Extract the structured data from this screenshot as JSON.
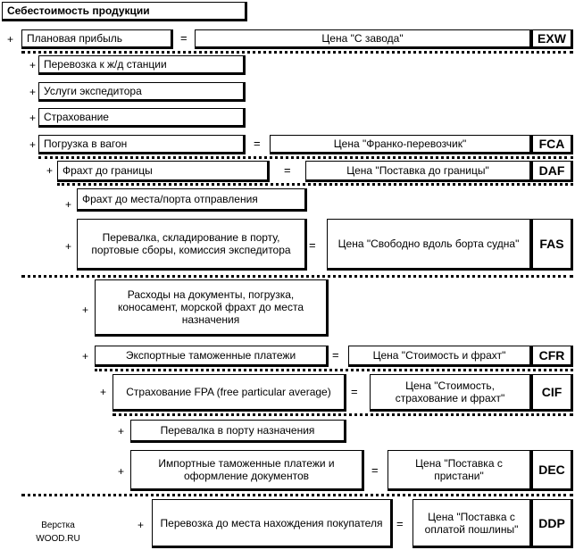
{
  "title": "Себестоимость продукции",
  "symbols": {
    "plus": "+",
    "eq": "="
  },
  "rows": {
    "r1": {
      "cost": "Плановая прибыль",
      "price": "Цена \"С завода\"",
      "code": "EXW"
    },
    "r2": {
      "cost": "Перевозка к ж/д станции"
    },
    "r3": {
      "cost": "Услуги экспедитора"
    },
    "r4": {
      "cost": "Страхование"
    },
    "r5": {
      "cost": "Погрузка в вагон",
      "price": "Цена \"Франко-перевозчик\"",
      "code": "FCA"
    },
    "r6": {
      "cost": "Фрахт до границы",
      "price": "Цена \"Поставка до границы\"",
      "code": "DAF"
    },
    "r7": {
      "cost": "Фрахт до места/порта отправления"
    },
    "r8": {
      "cost": "Перевалка, складирование в порту, портовые сборы, комиссия экспедитора",
      "price": "Цена \"Свободно вдоль борта судна\"",
      "code": "FAS"
    },
    "r9": {
      "cost": "Расходы на документы, погрузка, коносамент, морской фрахт до места назначения"
    },
    "r10": {
      "cost": "Экспортные таможенные платежи",
      "price": "Цена \"Стоимость и фрахт\"",
      "code": "CFR"
    },
    "r11": {
      "cost": "Страхование FPA (free particular average)",
      "price": "Цена \"Стоимость, страхование и фрахт\"",
      "code": "CIF"
    },
    "r12": {
      "cost": "Перевалка в порту назначения"
    },
    "r13": {
      "cost": "Импортные таможенные платежи и оформление документов",
      "price": "Цена \"Поставка с пристани\"",
      "code": "DEC"
    },
    "r14": {
      "cost": "Перевозка до места нахождения покупателя",
      "price": "Цена \"Поставка с оплатой пошлины\"",
      "code": "DDP"
    }
  },
  "credit": {
    "line1": "Верстка",
    "line2": "WOOD.RU"
  }
}
